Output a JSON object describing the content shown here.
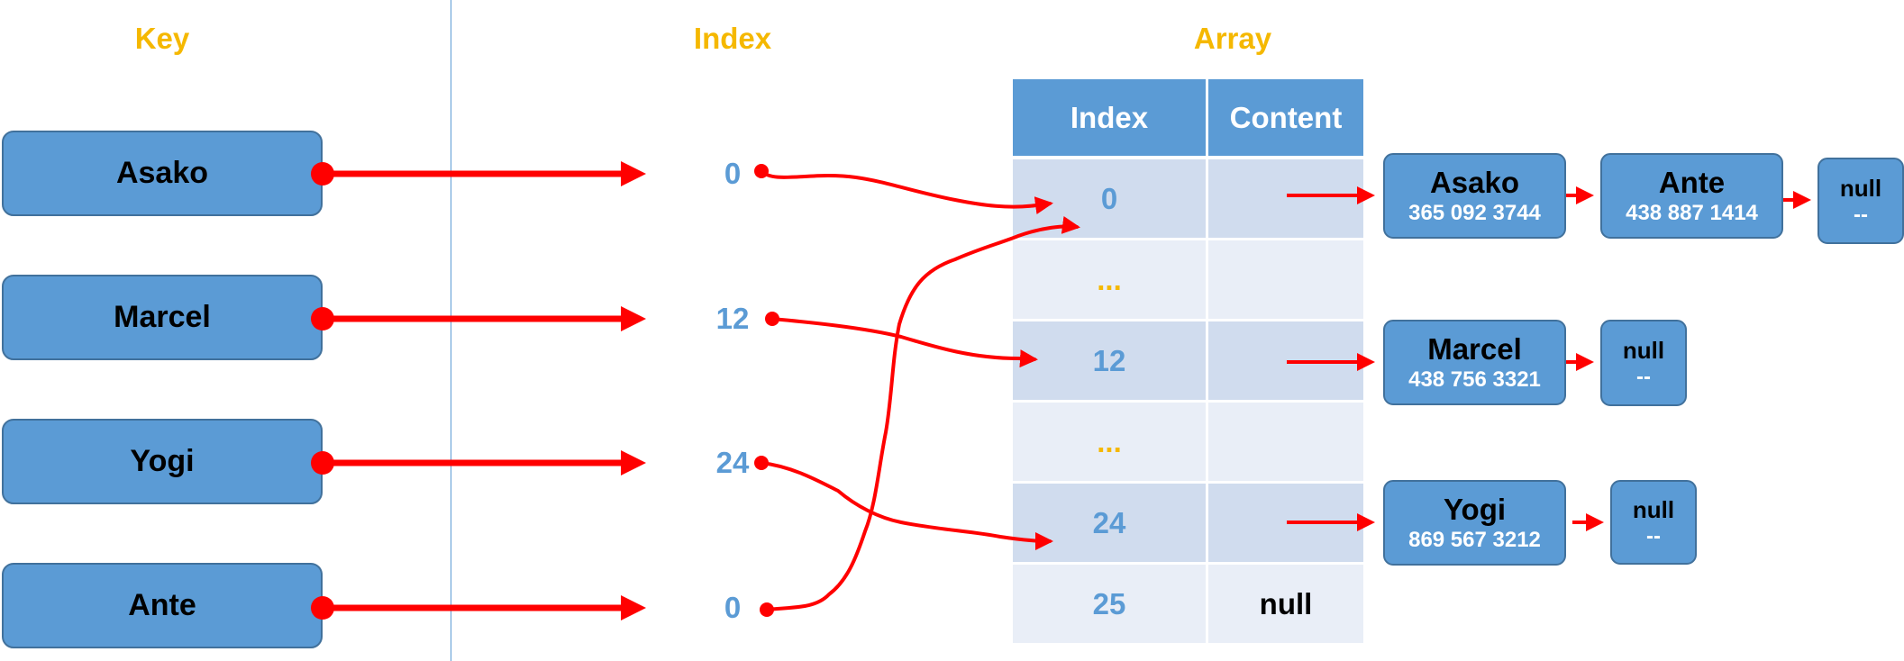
{
  "headings": {
    "key": "Key",
    "index": "Index",
    "array": "Array"
  },
  "keys": [
    "Asako",
    "Marcel",
    "Yogi",
    "Ante"
  ],
  "hash_indices": [
    "0",
    "12",
    "24",
    "0"
  ],
  "array": {
    "header": {
      "index": "Index",
      "content": "Content"
    },
    "rows": [
      {
        "index": "0",
        "content": ""
      },
      {
        "index": "...",
        "content": ""
      },
      {
        "index": "12",
        "content": ""
      },
      {
        "index": "...",
        "content": ""
      },
      {
        "index": "24",
        "content": ""
      },
      {
        "index": "25",
        "content": "null"
      }
    ]
  },
  "chains": [
    {
      "entries": [
        {
          "name": "Asako",
          "phone": "365 092 3744"
        },
        {
          "name": "Ante",
          "phone": "438 887 1414"
        }
      ],
      "terminal": {
        "label": "null",
        "value": "--"
      }
    },
    {
      "entries": [
        {
          "name": "Marcel",
          "phone": "438 756 3321"
        }
      ],
      "terminal": {
        "label": "null",
        "value": "--"
      }
    },
    {
      "entries": [
        {
          "name": "Yogi",
          "phone": "869 567 3212"
        }
      ],
      "terminal": {
        "label": "null",
        "value": "--"
      }
    }
  ],
  "colors": {
    "accent": "#f5b800",
    "box_fill": "#5b9bd5",
    "box_border": "#41719c",
    "arrow": "#ff0000",
    "row_dark": "#d0dcee",
    "row_light": "#e9eef7"
  }
}
